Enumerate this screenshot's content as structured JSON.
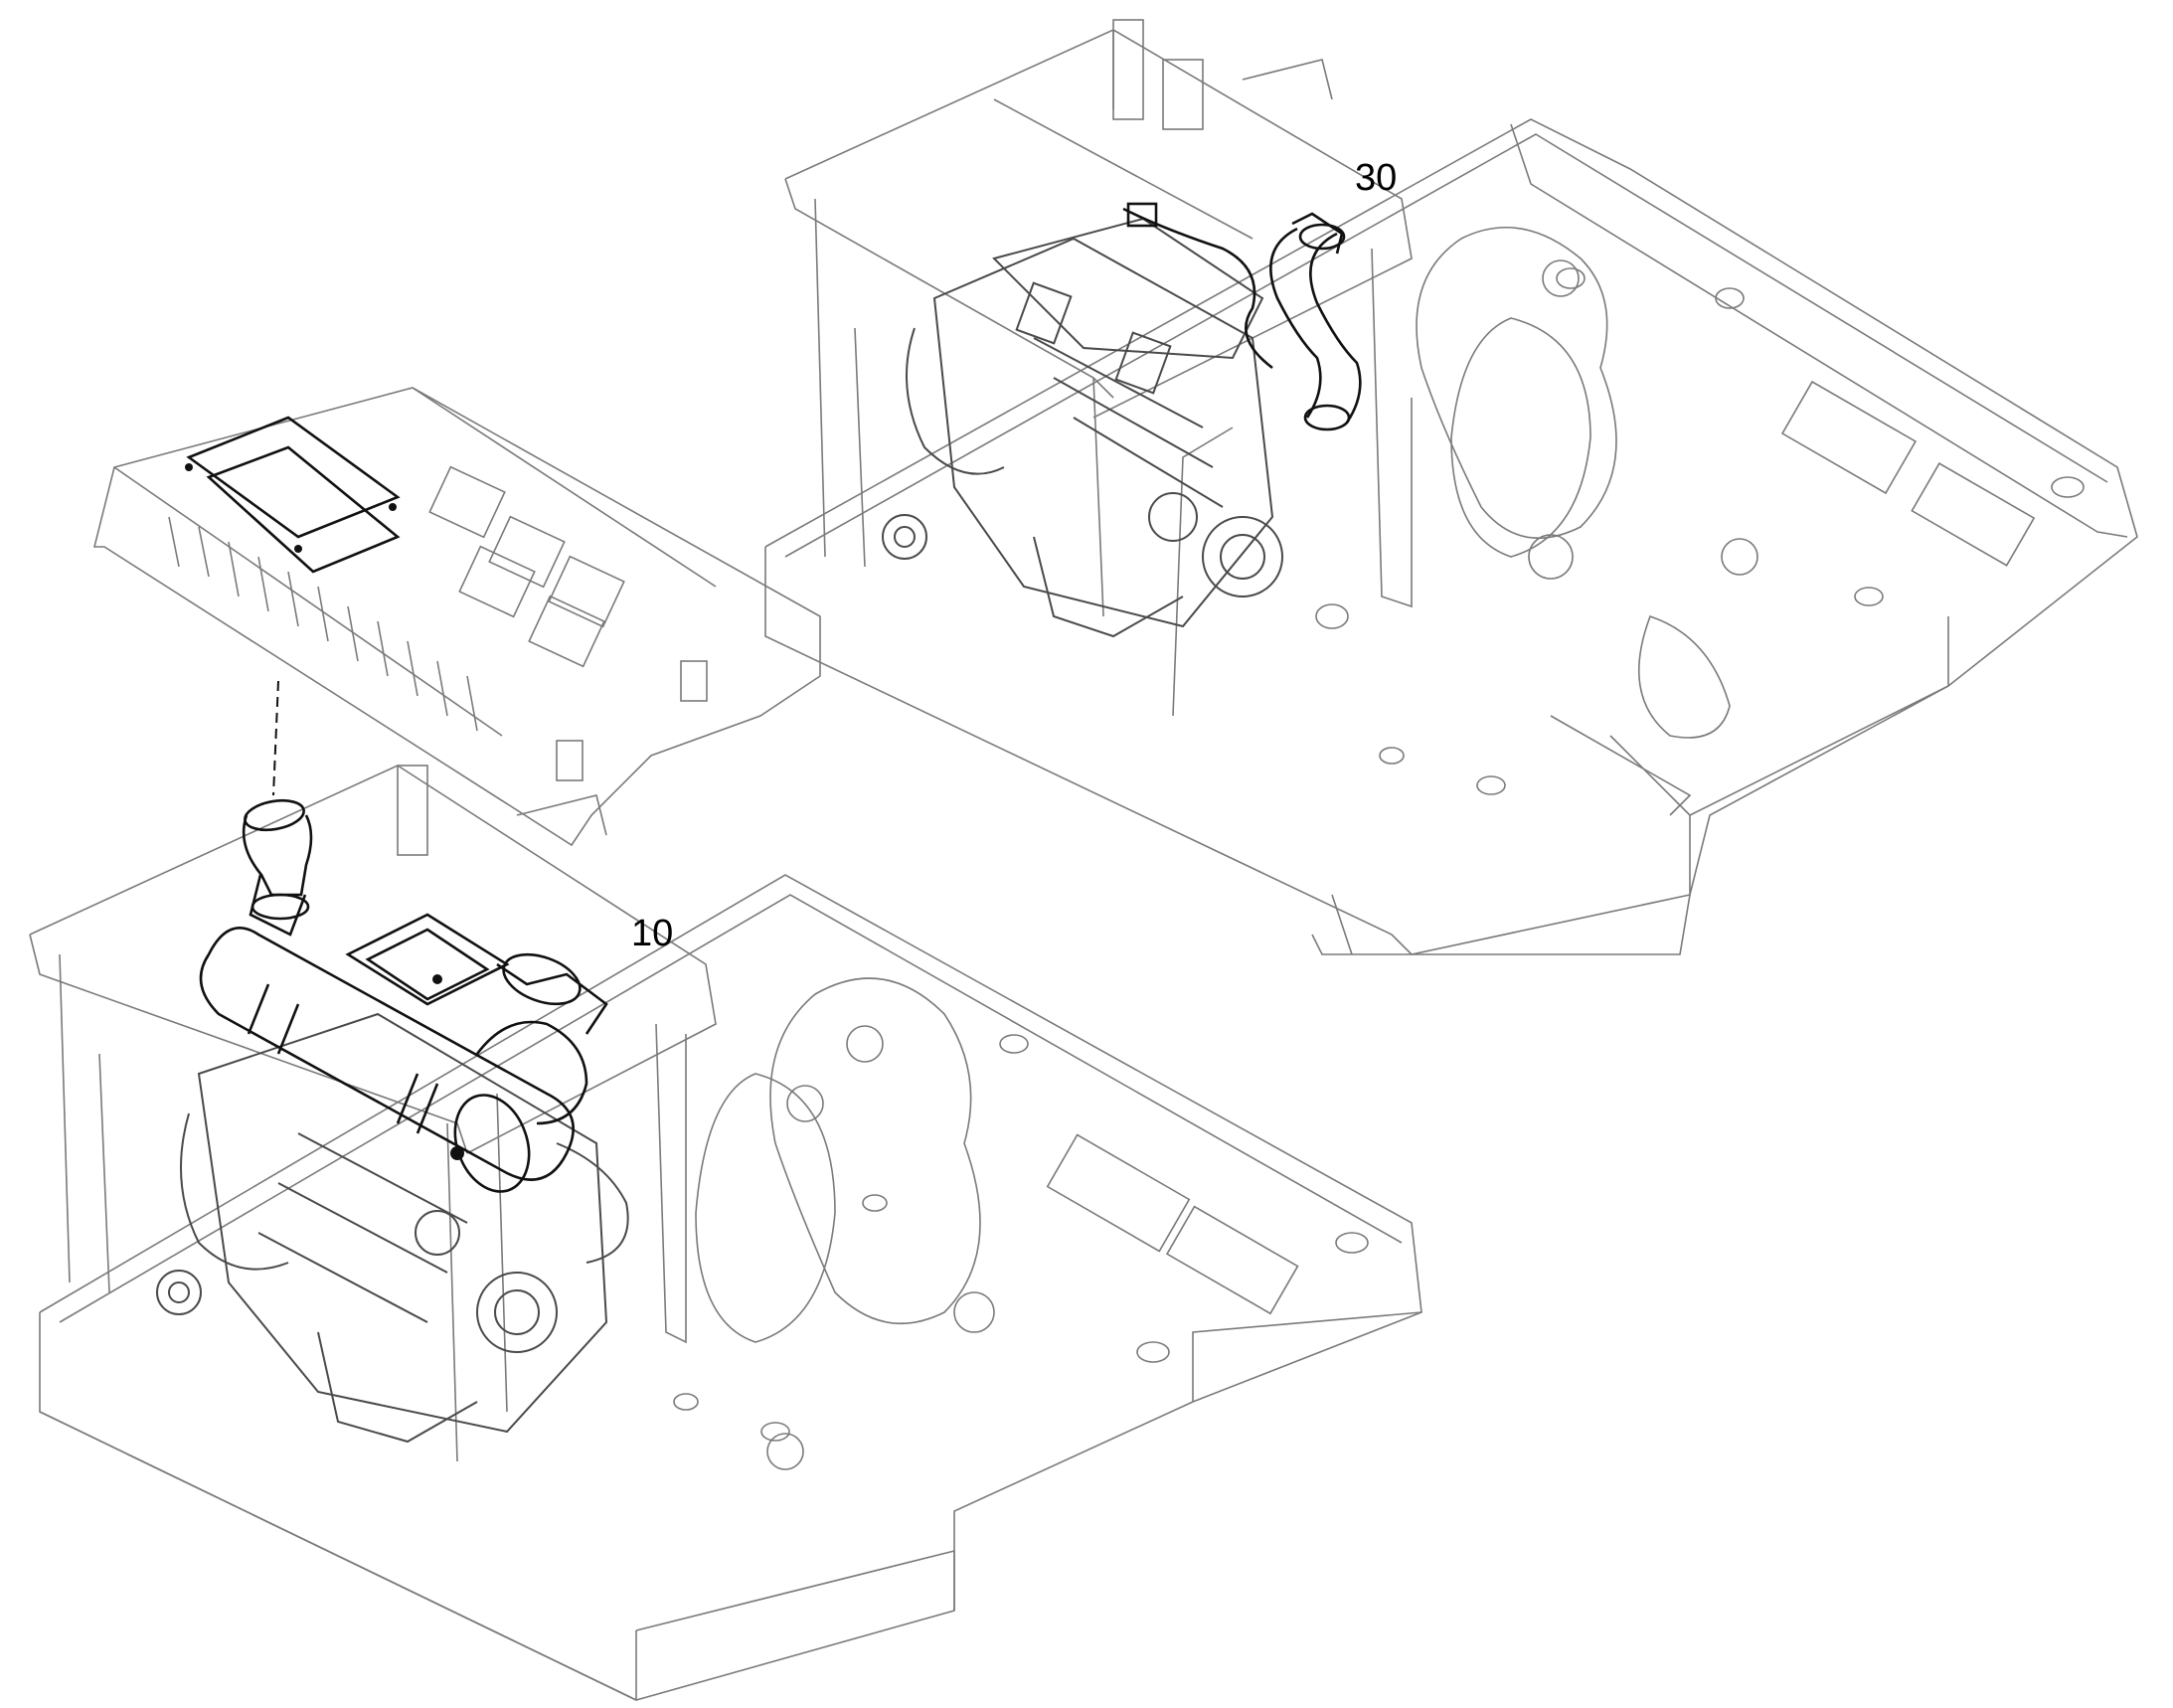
{
  "figure": {
    "callouts": [
      {
        "id": "callout-30",
        "label": "30"
      },
      {
        "id": "callout-10",
        "label": "10"
      }
    ],
    "assemblies": [
      {
        "name": "upper-engine-frame-assembly",
        "callout": "30"
      },
      {
        "name": "lower-engine-frame-assembly",
        "callout": "10"
      },
      {
        "name": "engine-hood-cover"
      }
    ]
  }
}
